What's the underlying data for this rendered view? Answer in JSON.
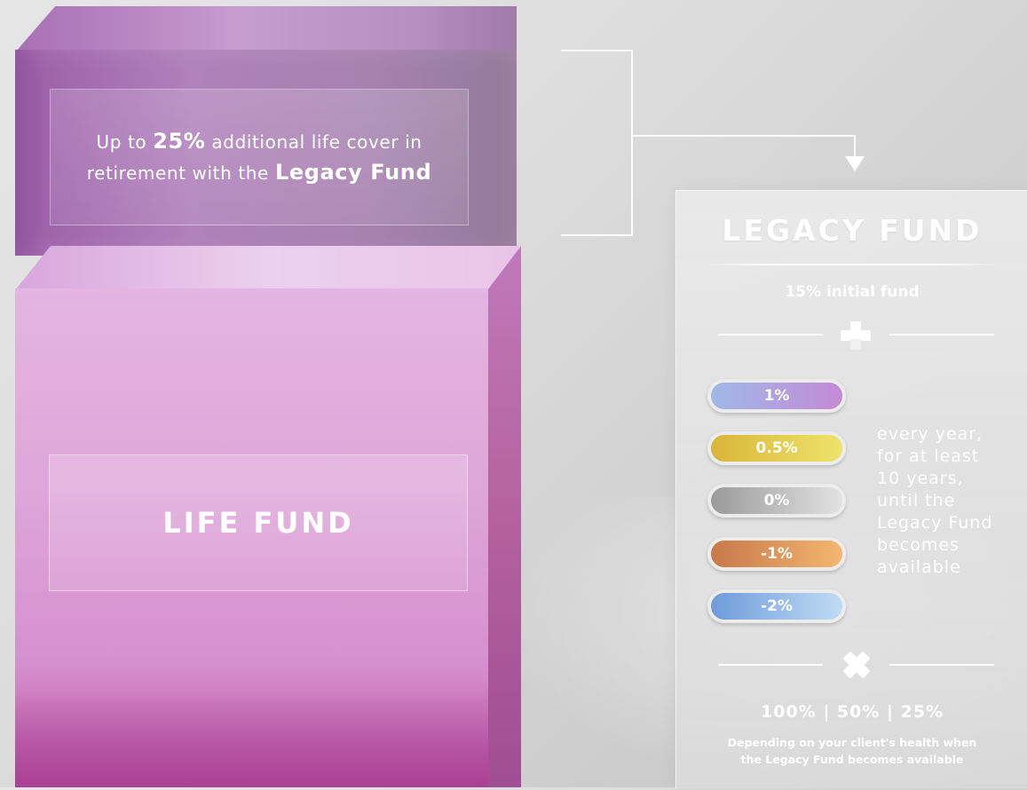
{
  "top_block": {
    "line1_prefix": "Up to",
    "line1_highlight": "25%",
    "line1_suffix": "additional life cover in",
    "line2_prefix": "retirement with the",
    "line2_highlight": "Legacy Fund",
    "color": "#a56fb1"
  },
  "life_block": {
    "title": "LIFE FUND",
    "color": "#dea6d9"
  },
  "legacy": {
    "title": "LEGACY FUND",
    "initial": "15% initial fund",
    "plus_icon": "plus-icon",
    "rates": [
      {
        "label": "1%",
        "color_start": "#9fb8e8",
        "color_end": "#c48ad6"
      },
      {
        "label": "0.5%",
        "color_start": "#d9b53a",
        "color_end": "#eee36b"
      },
      {
        "label": "0%",
        "color_start": "#9a9a9a",
        "color_end": "#e2e2e2"
      },
      {
        "label": "-1%",
        "color_start": "#c9784a",
        "color_end": "#f2b770"
      },
      {
        "label": "-2%",
        "color_start": "#6e9bd9",
        "color_end": "#bfdcf5"
      }
    ],
    "condition": [
      "every year,",
      "for at least",
      "10 years,",
      "until the",
      "Legacy Fund",
      "becomes",
      "available"
    ],
    "multiply_icon": "multiply-icon",
    "percentages": "100% | 50% | 25%",
    "note_line1": "Depending on your client's health when",
    "note_line2": "the Legacy Fund becomes available"
  }
}
